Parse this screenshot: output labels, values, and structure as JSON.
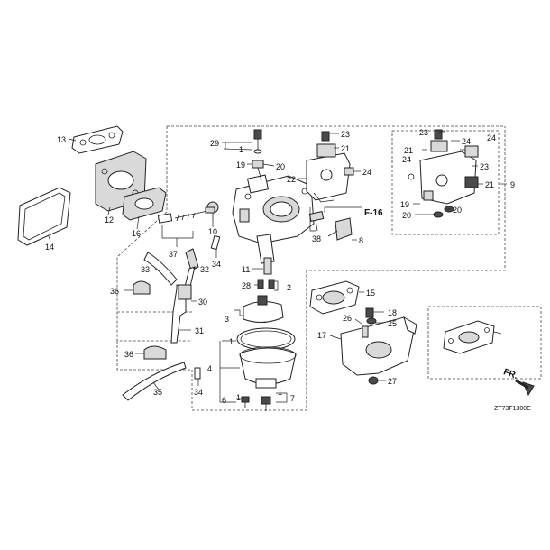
{
  "diagram": {
    "code": "ZT73F1300E",
    "ref": "F-16",
    "direction": "FR.",
    "callouts": {
      "c13": "13",
      "c12": "12",
      "c14": "14",
      "c16": "16",
      "c29": "29",
      "c1a": "1",
      "c19a": "19",
      "c20a": "20",
      "c23a": "23",
      "c21a": "21",
      "c24a": "24",
      "c22": "22",
      "c10": "10",
      "c37": "37",
      "c34a": "34",
      "c38": "38",
      "c8": "8",
      "c23b": "23",
      "c24b": "24",
      "c21b": "21",
      "c24c": "24",
      "c23c": "23",
      "c21c": "21",
      "c9": "9",
      "c19b": "19",
      "c20b": "20",
      "c20c": "20",
      "c33": "33",
      "c32": "32",
      "c36a": "36",
      "c30": "30",
      "c11": "11",
      "c28": "28",
      "c2": "2",
      "c3": "3",
      "c31": "31",
      "c1b": "1",
      "c4": "4",
      "c36b": "36",
      "c35": "35",
      "c34b": "34",
      "c6": "6",
      "c1c": "1",
      "c1d": "1",
      "c7": "7",
      "c15": "15",
      "c18": "18",
      "c26": "26",
      "c25": "25",
      "c17": "17",
      "c27": "27"
    }
  }
}
